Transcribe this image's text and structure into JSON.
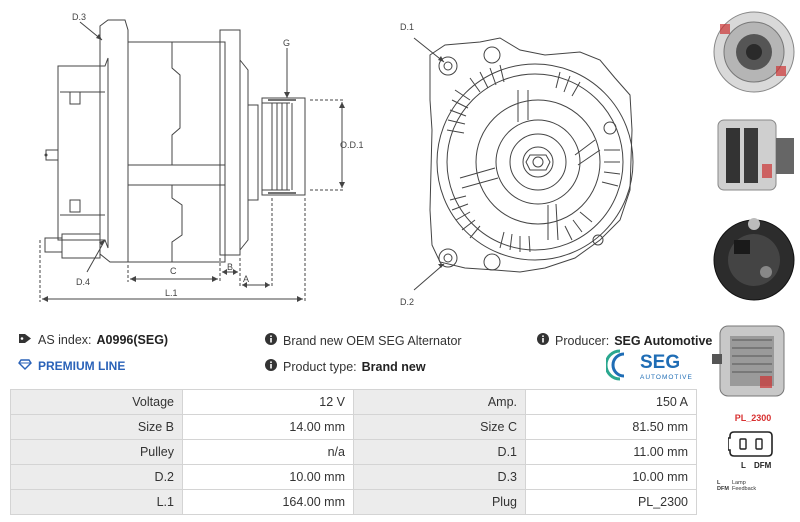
{
  "diagram": {
    "labels": {
      "d3": "D.3",
      "d4": "D.4",
      "g": "G",
      "od1": "O.D.1",
      "c": "C",
      "b": "B",
      "a": "A",
      "l1": "L.1",
      "d1": "D.1",
      "d2": "D.2"
    }
  },
  "info": {
    "as_index_label": "AS index:",
    "as_index_value": "A0996(SEG)",
    "premium_line": "PREMIUM LINE",
    "description": "Brand new OEM SEG Alternator",
    "product_type_label": "Product type:",
    "product_type_value": "Brand new",
    "producer_label": "Producer:",
    "producer_value": "SEG Automotive"
  },
  "logo": {
    "brand": "SEG",
    "sub": "AUTOMOTIVE",
    "color": "#1f6db5",
    "accent": "#2aa78f"
  },
  "specs": [
    {
      "label1": "Voltage",
      "value1": "12 V",
      "label2": "Amp.",
      "value2": "150 A"
    },
    {
      "label1": "Size B",
      "value1": "14.00 mm",
      "label2": "Size C",
      "value2": "81.50 mm"
    },
    {
      "label1": "Pulley",
      "value1": "n/a",
      "label2": "D.1",
      "value2": "11.00 mm"
    },
    {
      "label1": "D.2",
      "value1": "10.00 mm",
      "label2": "D.3",
      "value2": "10.00 mm"
    },
    {
      "label1": "L.1",
      "value1": "164.00 mm",
      "label2": "Plug",
      "value2": "PL_2300"
    }
  ],
  "plug": {
    "title": "PL_2300",
    "pin_l": "L",
    "pin_dfm": "DFM",
    "legend": [
      {
        "code": "L",
        "desc": "Lamp"
      },
      {
        "code": "DFM",
        "desc": "Feedback"
      }
    ]
  },
  "icons": {
    "tag": "tag-icon",
    "diamond": "diamond-icon",
    "info": "info-icon"
  }
}
